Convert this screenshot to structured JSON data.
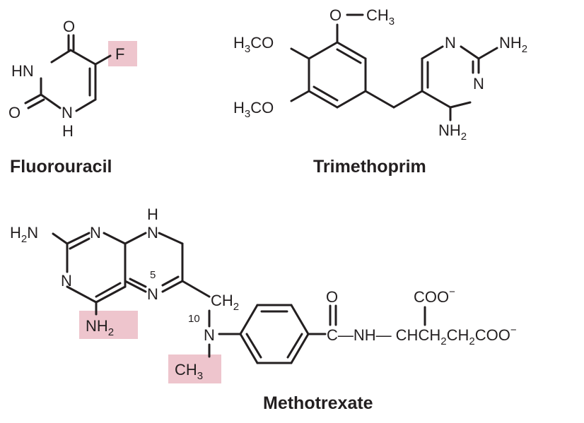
{
  "highlight_color": "#eec5cd",
  "line_color": "#231f20",
  "background": "#ffffff",
  "fluorouracil": {
    "name": "Fluorouracil",
    "atoms": {
      "o_top": "O",
      "o_left": "O",
      "hn": "HN",
      "n": "N",
      "h": "H",
      "f": "F"
    }
  },
  "trimethoprim": {
    "name": "Trimethoprim",
    "atoms": {
      "o_methoxy_top": "O",
      "ch3": "CH",
      "ch3_sub": "3",
      "h3co_1": "H",
      "h3co_1_sub": "3",
      "h3co_1_rest": "CO",
      "h3co_2": "H",
      "h3co_2_sub": "3",
      "h3co_2_rest": "CO",
      "n_top": "N",
      "n_right": "N",
      "nh2_top": "NH",
      "nh2_top_sub": "2",
      "nh2_bottom": "NH",
      "nh2_bottom_sub": "2"
    }
  },
  "methotrexate": {
    "name": "Methotrexate",
    "atoms": {
      "h2n_h": "H",
      "h2n_sub": "2",
      "h2n_n": "N",
      "n1": "N",
      "n2": "N",
      "n3": "N",
      "n5": "N",
      "h_top": "H",
      "label_5": "5",
      "label_10": "10",
      "ch2": "CH",
      "ch2_sub": "2",
      "nh2": "NH",
      "nh2_sub": "2",
      "n10": "N",
      "ch3": "CH",
      "ch3_sub": "3",
      "o": "O",
      "c": "C",
      "dash_nh": "—NH—",
      "ch": "CHCH",
      "ch_sub1": "2",
      "ch_mid": "CH",
      "ch_sub2": "2",
      "coo_end": "COO",
      "sup_minus": "−",
      "coo_top": "COO"
    }
  }
}
